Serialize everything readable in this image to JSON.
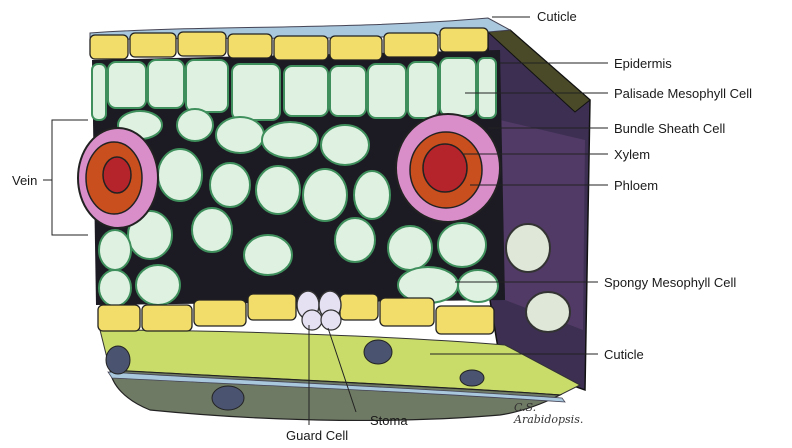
{
  "labels": {
    "cuticle_top": "Cuticle",
    "epidermis": "Epidermis",
    "palisade": "Palisade Mesophyll Cell",
    "bundle_sheath": "Bundle Sheath Cell",
    "xylem": "Xylem",
    "phloem": "Phloem",
    "spongy": "Spongy Mesophyll Cell",
    "cuticle_bottom": "Cuticle",
    "vein": "Vein",
    "stoma": "Stoma",
    "guard_cell": "Guard Cell"
  },
  "signature": {
    "line1": "C.S.",
    "line2": "Arabidopsis."
  },
  "colors": {
    "epidermis_fill": "#f2dc6a",
    "mesophyll_fill": "#dff2e2",
    "mesophyll_edge": "#3f8f5c",
    "chloroplast": "#2f7a4a",
    "bundle_sheath": "#d98ec9",
    "xylem": "#b5242a",
    "phloem": "#c9501e",
    "air_space": "#1c1a22",
    "side_face": "#3c2f52",
    "lower_layer": "#c9dc6a",
    "cuticle": "#a9c7dd"
  }
}
